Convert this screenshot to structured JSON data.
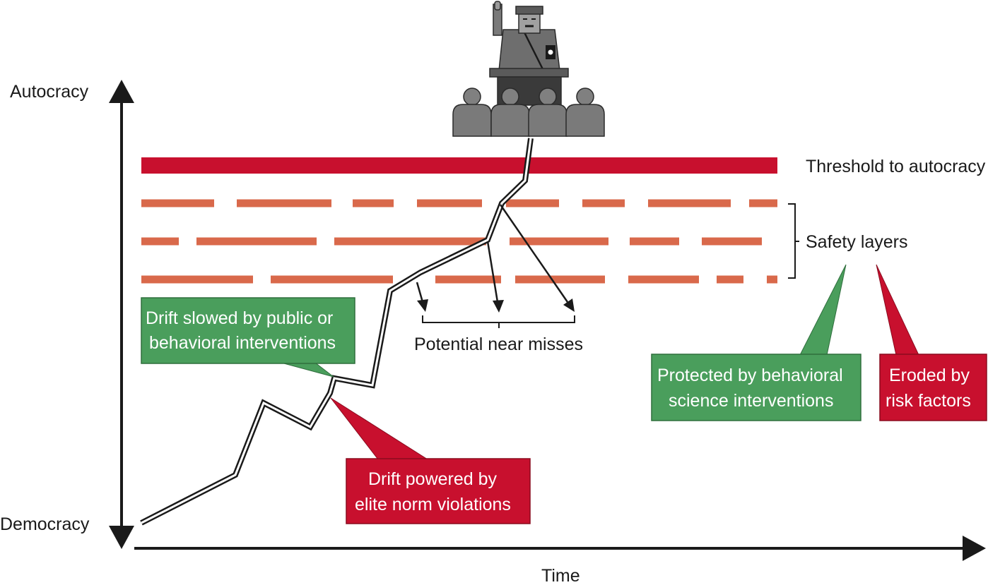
{
  "axes": {
    "y_top_label": "Autocracy",
    "y_bottom_label": "Democracy",
    "x_label": "Time"
  },
  "layers": {
    "threshold_label": "Threshold to autocracy",
    "safety_label": "Safety layers",
    "near_misses_label": "Potential near misses"
  },
  "callouts": {
    "slowed": [
      "Drift slowed by public or",
      "behavioral interventions"
    ],
    "powered": [
      "Drift powered by",
      "elite norm violations"
    ],
    "protected": [
      "Protected by behavioral",
      "science interventions"
    ],
    "eroded": [
      "Eroded by",
      "risk factors"
    ]
  },
  "colors": {
    "threshold": "#c8102e",
    "safety_layer": "#d9694b",
    "green_box": "#4a9e5c",
    "red_box": "#c8102e",
    "axis": "#1a1a1a",
    "figure_gray": "#7a7a7a"
  },
  "icons": {
    "autocrat": "dictator-at-podium-icon"
  }
}
